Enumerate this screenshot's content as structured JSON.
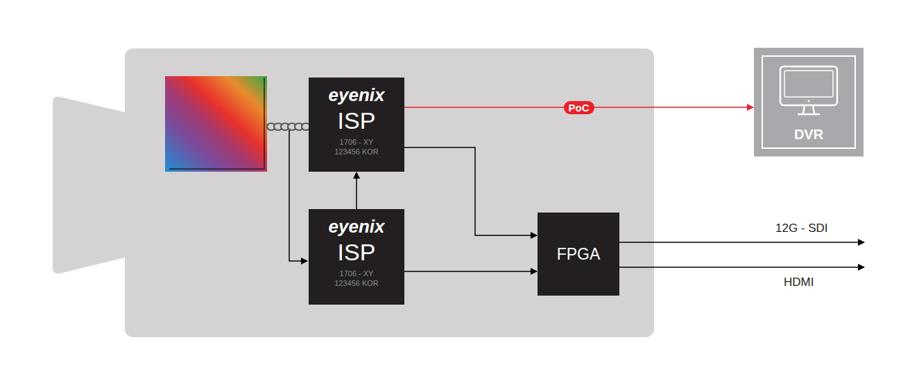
{
  "diagram": {
    "nodes": [
      {
        "text": [
          "eyenix",
          "ISP",
          "1706 - XY",
          "123456 KOR"
        ]
      },
      {
        "text": [
          "eyenix",
          "ISP",
          "1706 - XY",
          "123456 KOR"
        ]
      },
      {
        "text": [
          "FPGA"
        ]
      },
      {
        "text": [
          "DVR"
        ]
      }
    ],
    "edges": [
      {
        "from": 1,
        "to": 0,
        "arrow": "to"
      },
      {
        "from": 0,
        "to": 2,
        "arrow": "to"
      },
      {
        "from": 1,
        "to": 2,
        "arrow": "to"
      },
      {
        "from": 0,
        "to": 3,
        "label": "PoC",
        "arrow": "to"
      }
    ],
    "labels": [
      "12G - SDI",
      "HDMI"
    ]
  }
}
